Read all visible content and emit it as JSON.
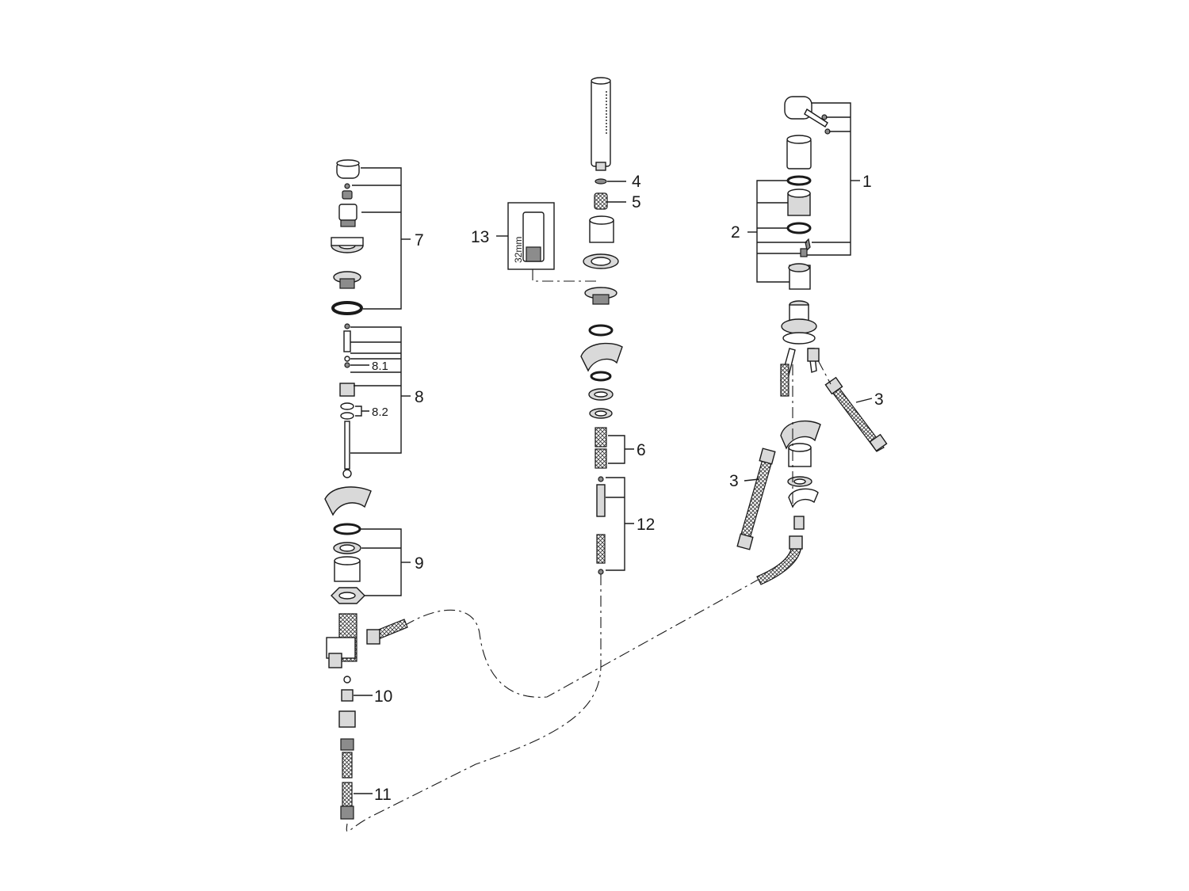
{
  "labels": {
    "l1": "1",
    "l2": "2",
    "l3a": "3",
    "l3b": "3",
    "l4": "4",
    "l5": "5",
    "l6": "6",
    "l7": "7",
    "l8": "8",
    "l8_1": "8.1",
    "l8_2": "8.2",
    "l9": "9",
    "l10": "10",
    "l11": "11",
    "l12": "12",
    "l13": "13",
    "tool_size": "32mm"
  }
}
